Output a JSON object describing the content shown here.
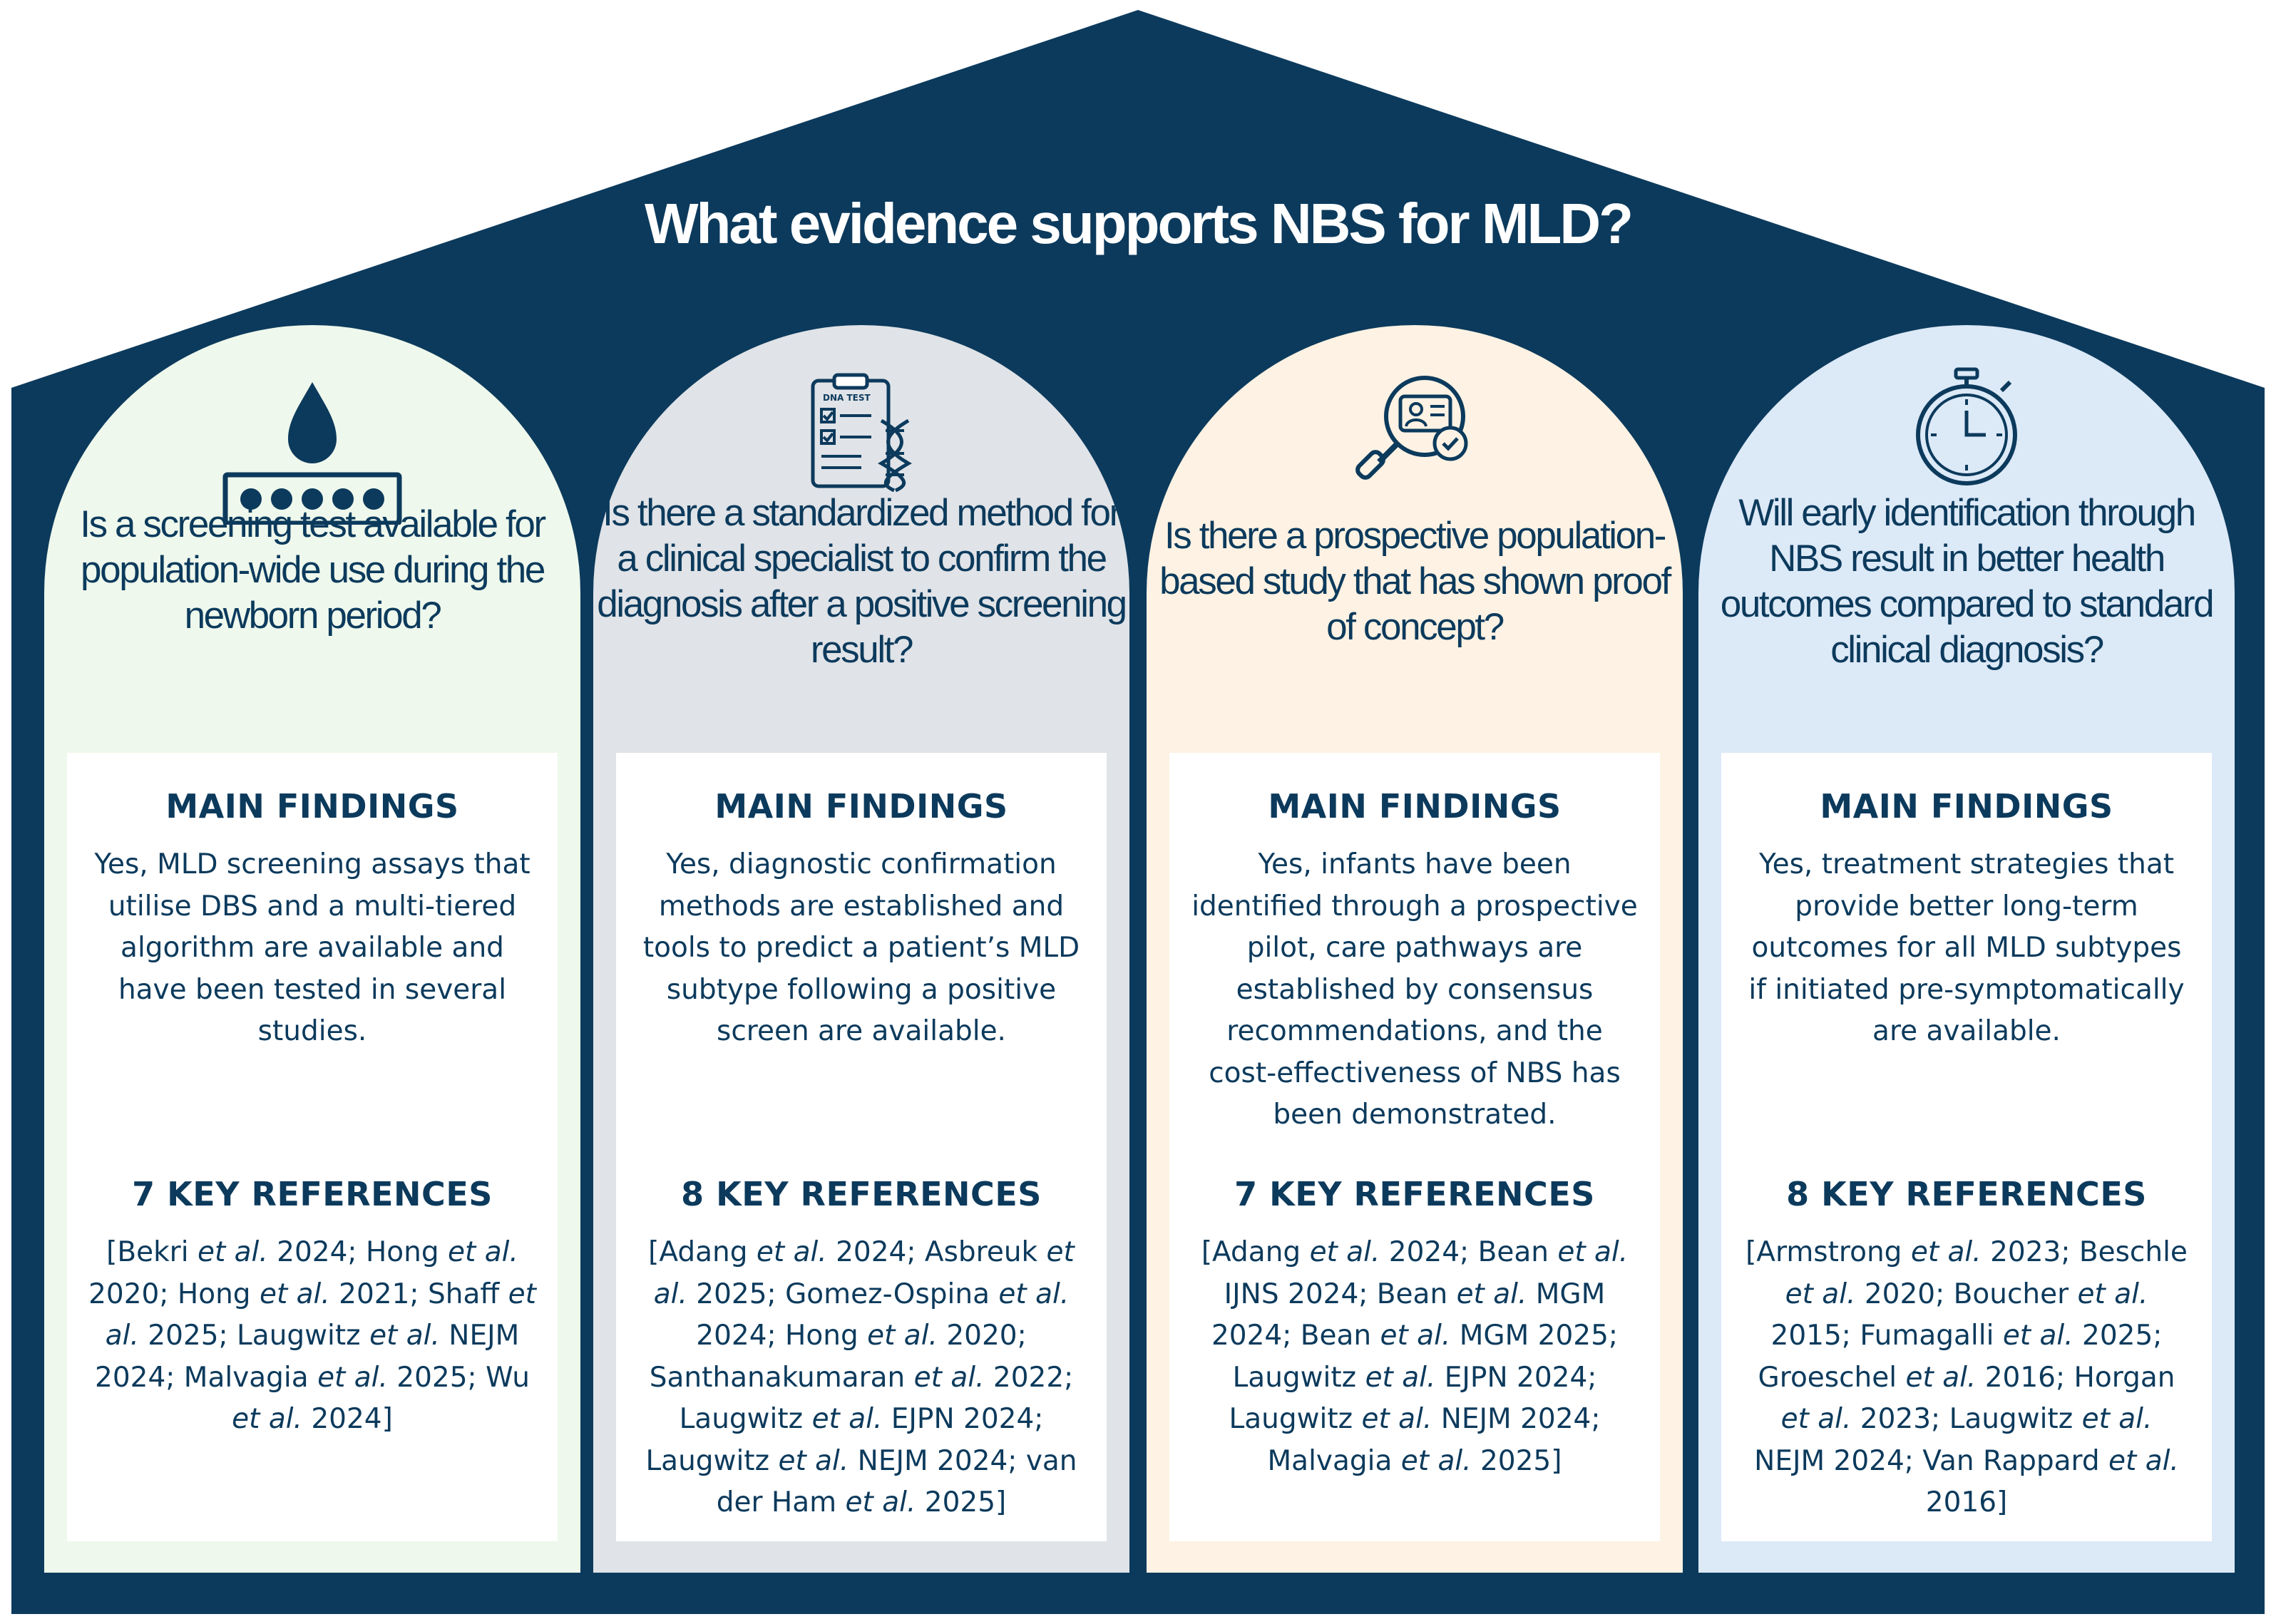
{
  "title": "What evidence supports NBS for MLD?",
  "colors": {
    "navy": "#0c3a5c",
    "pillar_1": "#eef8ec",
    "pillar_2": "#e0e3e7",
    "pillar_3": "#fdf2e3",
    "pillar_4": "#dce9f7"
  },
  "pillars": [
    {
      "icon": "blood-drop-test-card-icon",
      "question": "Is a screening test available for population-wide use during the newborn period?",
      "findings_heading": "MAIN FINDINGS",
      "findings": "Yes, MLD screening assays that utilise DBS and a multi-tiered algorithm are available and have been tested in several studies.",
      "references_heading": "7 KEY REFERENCES",
      "references": "[Bekri et al. 2024; Hong et al. 2020; Hong et al. 2021; Shaff et al. 2025; Laugwitz et al. NEJM 2024; Malvagia et al. 2025; Wu et al. 2024]"
    },
    {
      "icon": "dna-test-clipboard-icon",
      "icon_label": "DNA TEST",
      "question": "Is there a standardized method for a clinical specialist to confirm the diagnosis after a positive screening result?",
      "findings_heading": "MAIN FINDINGS",
      "findings": "Yes, diagnostic confirmation methods are established and tools to predict a patient’s MLD subtype following a positive screen are available.",
      "references_heading": "8 KEY REFERENCES",
      "references": "[Adang et al. 2024; Asbreuk et al. 2025; Gomez-Ospina et al. 2024; Hong et al. 2020; Santhanakumaran et al. 2022; Laugwitz et al. EJPN 2024; Laugwitz et al. NEJM 2024; van der Ham et al. 2025]"
    },
    {
      "icon": "magnifier-profile-check-icon",
      "question": "Is there a prospective population-based study that has shown proof of concept?",
      "findings_heading": "MAIN FINDINGS",
      "findings": "Yes, infants have been identified through a prospective pilot, care pathways are established by consensus recommendations, and the cost-effectiveness of NBS has been demonstrated.",
      "references_heading": "7 KEY REFERENCES",
      "references": "[Adang et al. 2024; Bean et al. IJNS 2024; Bean et al. MGM 2024; Bean et al. MGM 2025; Laugwitz et al. EJPN 2024; Laugwitz et al. NEJM 2024; Malvagia et al. 2025]"
    },
    {
      "icon": "stopwatch-icon",
      "question": "Will early identification through NBS result in better health outcomes compared to standard clinical diagnosis?",
      "findings_heading": "MAIN FINDINGS",
      "findings": "Yes, treatment strategies that provide better long-term outcomes for all MLD subtypes if initiated pre-symptomatically are available.",
      "references_heading": "8 KEY REFERENCES",
      "references": "[Armstrong et al. 2023; Beschle et al. 2020; Boucher et al. 2015; Fumagalli et al. 2025; Groeschel et al. 2016; Horgan et al. 2023; Laugwitz et al. NEJM 2024; Van Rappard et al. 2016]"
    }
  ]
}
